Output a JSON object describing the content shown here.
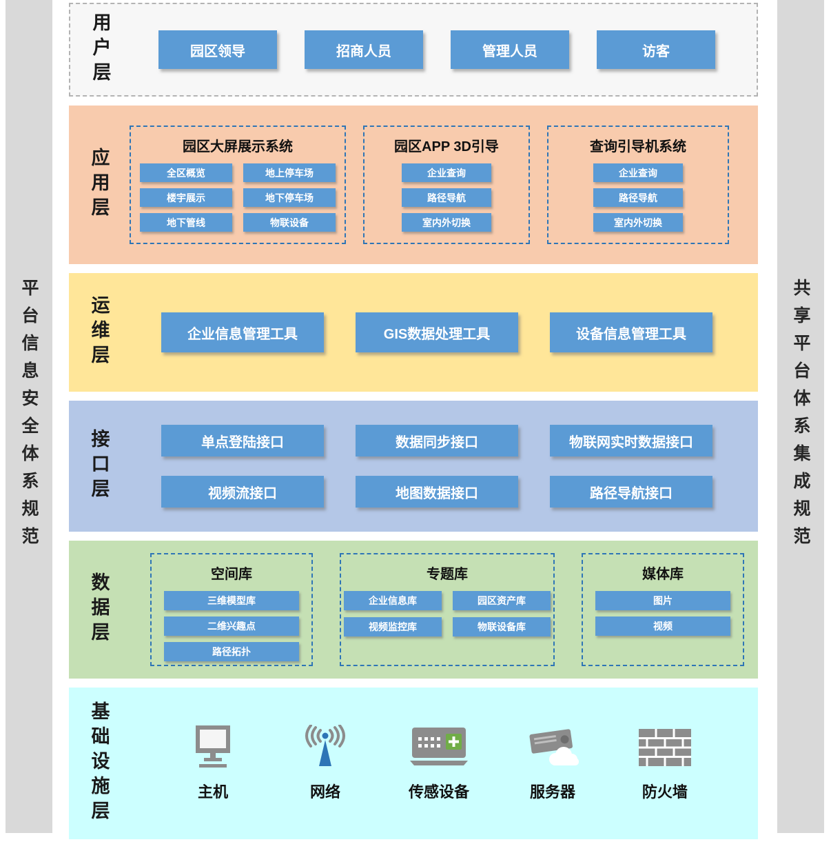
{
  "sidebars": {
    "left": "平台信息安全体系规范",
    "right": "共享平台体系集成规范"
  },
  "layers": {
    "user": {
      "label": "用户层",
      "items": [
        "园区领导",
        "招商人员",
        "管理人员",
        "访客"
      ]
    },
    "application": {
      "label": "应用层",
      "groups": [
        {
          "title": "园区大屏展示系统",
          "items": [
            "全区概览",
            "地上停车场",
            "楼宇展示",
            "地下停车场",
            "地下管线",
            "物联设备"
          ]
        },
        {
          "title": "园区APP 3D引导",
          "items": [
            "企业查询",
            "路径导航",
            "室内外切换"
          ]
        },
        {
          "title": "查询引导机系统",
          "items": [
            "企业查询",
            "路径导航",
            "室内外切换"
          ]
        }
      ]
    },
    "operations": {
      "label": "运维层",
      "items": [
        "企业信息管理工具",
        "GIS数据处理工具",
        "设备信息管理工具"
      ]
    },
    "interface": {
      "label": "接口层",
      "rows": [
        [
          "单点登陆接口",
          "数据同步接口",
          "物联网实时数据接口"
        ],
        [
          "视频流接口",
          "地图数据接口",
          "路径导航接口"
        ]
      ]
    },
    "data": {
      "label": "数据层",
      "groups": [
        {
          "title": "空间库",
          "items": [
            "三维模型库",
            "二维兴趣点",
            "路径拓扑"
          ]
        },
        {
          "title": "专题库",
          "items": [
            "企业信息库",
            "园区资产库",
            "视频监控库",
            "物联设备库"
          ]
        },
        {
          "title": "媒体库",
          "items": [
            "图片",
            "视频"
          ]
        }
      ]
    },
    "infrastructure": {
      "label": "基础设施层",
      "items": [
        {
          "icon": "host-icon",
          "label": "主机"
        },
        {
          "icon": "network-icon",
          "label": "网络"
        },
        {
          "icon": "sensor-icon",
          "label": "传感设备"
        },
        {
          "icon": "server-icon",
          "label": "服务器"
        },
        {
          "icon": "firewall-icon",
          "label": "防火墙"
        }
      ]
    }
  },
  "colors": {
    "node_blue": "#5b9bd5",
    "user_layer_bg": "#f7f7f7",
    "application_layer_bg": "#f8cbad",
    "operations_layer_bg": "#ffe699",
    "interface_layer_bg": "#b4c7e7",
    "data_layer_bg": "#c5e0b4",
    "infrastructure_layer_bg": "#ccffff",
    "sidebar_bg": "#d9d9d9",
    "group_border_blue": "#2e75b6",
    "icon_gray": "#8c8c8c",
    "icon_green": "#70ad47",
    "icon_blue": "#2e75b6"
  }
}
